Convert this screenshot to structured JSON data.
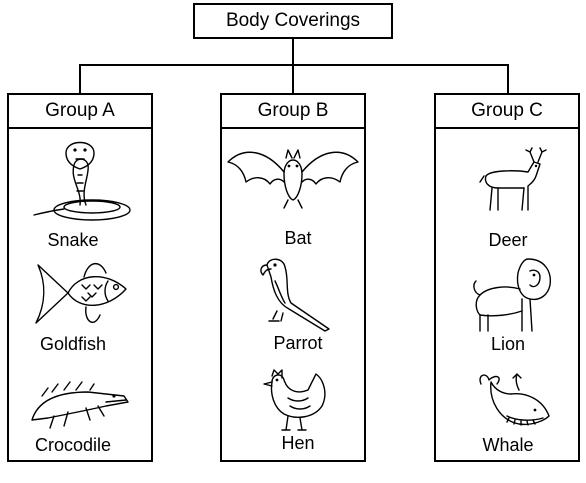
{
  "title": "Body Coverings",
  "groups": [
    {
      "name": "Group A",
      "animals": [
        "Snake",
        "Goldfish",
        "Crocodile"
      ]
    },
    {
      "name": "Group B",
      "animals": [
        "Bat",
        "Parrot",
        "Hen"
      ]
    },
    {
      "name": "Group C",
      "animals": [
        "Deer",
        "Lion",
        "Whale"
      ]
    }
  ]
}
